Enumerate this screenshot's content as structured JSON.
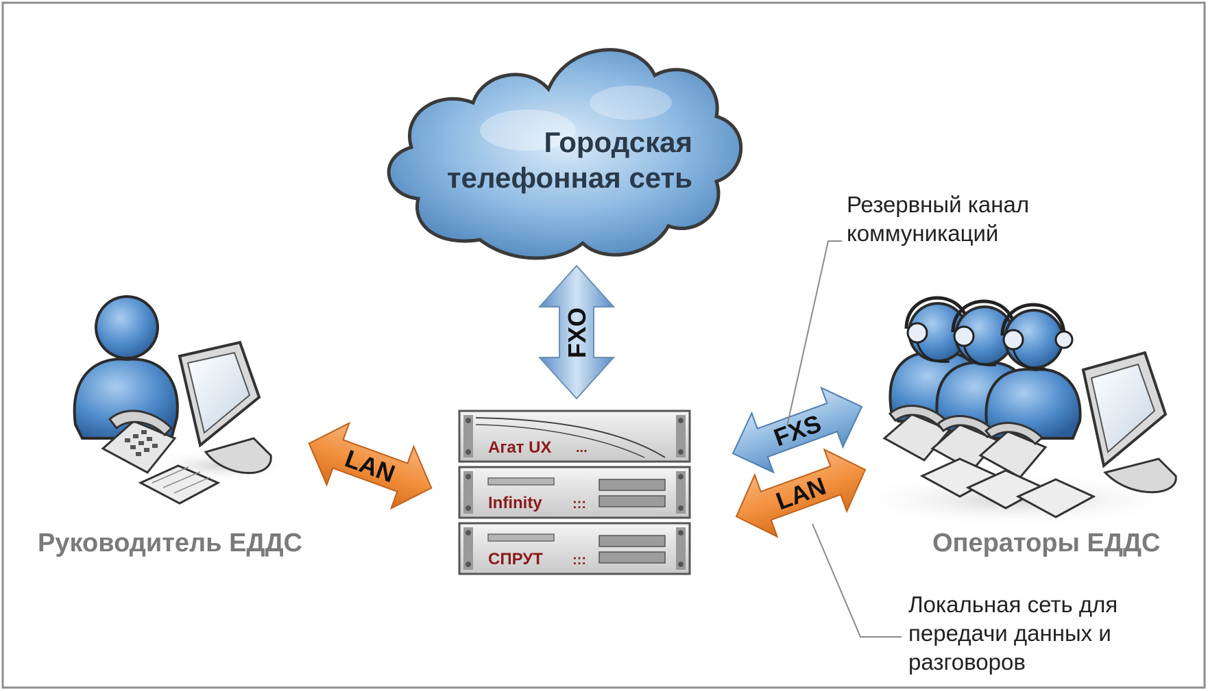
{
  "cloud": {
    "line1": "Городская",
    "line2": "телефонная сеть"
  },
  "nodes": {
    "manager": "Руководитель ЕДДС",
    "operators": "Операторы ЕДДС"
  },
  "links": {
    "pstn_to_rack": "FXO",
    "manager_to_rack": "LAN",
    "rack_to_operators_fxs": "FXS",
    "rack_to_operators_lan": "LAN"
  },
  "rack": {
    "units": [
      {
        "name": "Агат UX",
        "indicator": "..."
      },
      {
        "name": "Infinity",
        "indicator": ":::"
      },
      {
        "name": "СПРУТ",
        "indicator": ":::"
      }
    ]
  },
  "annotations": {
    "backup_channel": [
      "Резервный канал",
      "коммуникаций"
    ],
    "local_network": [
      "Локальная сеть для",
      "передачи данных и",
      "разговоров"
    ]
  },
  "colors": {
    "cloud_blue": "#6fa6d6",
    "person_blue": "#4a86c5",
    "lan_orange": "#f08a3a",
    "fxs_blue": "#8cb8e0",
    "rack_text": "#8b1a1a",
    "frame": "#8c8c8c"
  }
}
